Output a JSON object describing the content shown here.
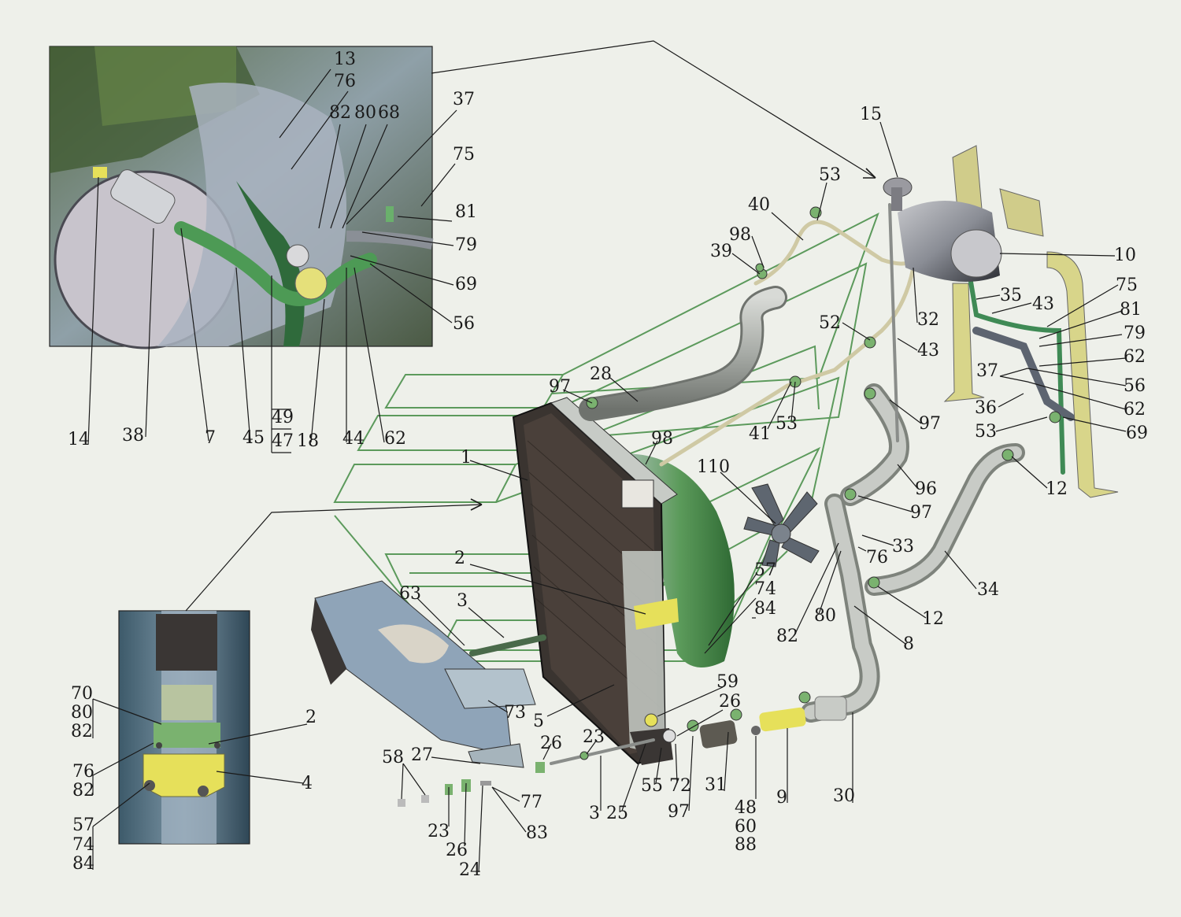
{
  "labels": {
    "inset_top": [
      "13",
      "76",
      "82",
      "80",
      "68",
      "37",
      "75",
      "81",
      "79",
      "69",
      "56",
      "14",
      "38",
      "7",
      "45",
      "49",
      "47",
      "18",
      "44",
      "62"
    ],
    "inset_bottom": [
      "70",
      "80",
      "82",
      "2",
      "76",
      "82",
      "4",
      "57",
      "74",
      "84"
    ],
    "main": [
      "15",
      "53",
      "40",
      "98",
      "39",
      "10",
      "75",
      "35",
      "43",
      "81",
      "32",
      "79",
      "62",
      "52",
      "43",
      "37",
      "56",
      "36",
      "62",
      "53",
      "69",
      "28",
      "97",
      "41",
      "53",
      "97",
      "98",
      "1",
      "110",
      "96",
      "12",
      "97",
      "33",
      "76",
      "57",
      "74",
      "84",
      "2",
      "63",
      "3",
      "82",
      "80",
      "12",
      "34",
      "8",
      "59",
      "26",
      "73",
      "5",
      "26",
      "23",
      "58",
      "27",
      "23",
      "26",
      "77",
      "83",
      "24",
      "3",
      "25",
      "55",
      "72",
      "31",
      "97",
      "48",
      "60",
      "88",
      "9",
      "30"
    ]
  },
  "colors": {
    "background": "#eef0ea",
    "frame_green": "#5c9a5c",
    "hose_green": "#3f8a55",
    "yellow": "#e6e05a",
    "metal": "#b8bcb6",
    "dark": "#3a3634"
  }
}
